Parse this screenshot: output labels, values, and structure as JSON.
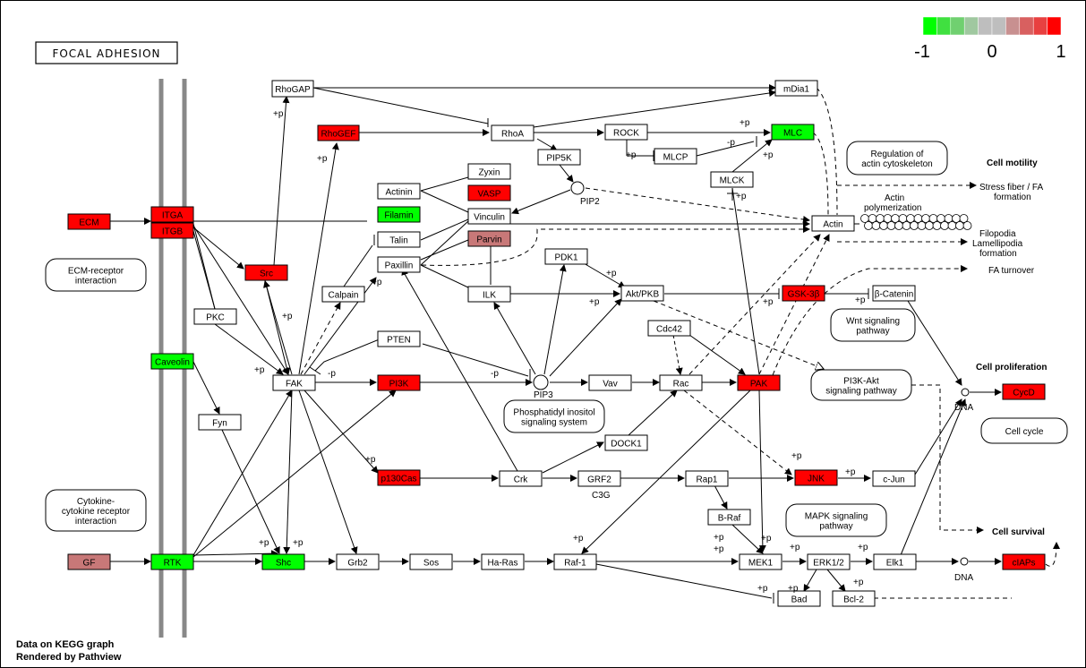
{
  "title": "FOCAL ADHESION",
  "credit": {
    "line1": "Data on KEGG graph",
    "line2": "Rendered by Pathview"
  },
  "legend": {
    "colors": [
      "#00ff00",
      "#40e040",
      "#70d070",
      "#a0c8a0",
      "#bebebe",
      "#bebebe",
      "#c89090",
      "#d86060",
      "#e84040",
      "#ff0000"
    ],
    "labels": [
      "-1",
      "0",
      "1"
    ]
  },
  "colors": {
    "red": "#ff0000",
    "pink": "#c87878",
    "green": "#00ff00",
    "white": "#ffffff"
  },
  "nodes": {
    "ECM": "ECM",
    "ITGA": "ITGA",
    "ITGB": "ITGB",
    "RhoGAP": "RhoGAP",
    "RhoGEF": "RhoGEF",
    "Src": "Src",
    "PKC": "PKC",
    "Caveolin": "Caveolin",
    "Fyn": "Fyn",
    "FAK": "FAK",
    "Calpain": "Calpain",
    "Talin": "Talin",
    "Actinin": "Actinin",
    "Filamin": "Filamin",
    "Paxillin": "Paxillin",
    "Zyxin": "Zyxin",
    "VASP": "VASP",
    "Vinculin": "Vinculin",
    "Parvin": "Parvin",
    "ILK": "ILK",
    "RhoA": "RhoA",
    "PIP5K": "PIP5K",
    "ROCK": "ROCK",
    "MLCP": "MLCP",
    "MLC": "MLC",
    "mDia1": "mDia1",
    "MLCK": "MLCK",
    "Actin": "Actin",
    "PDK1": "PDK1",
    "AktPKB": "Akt/PKB",
    "GSK3B": "GSK-3β",
    "bCatenin": "β-Catenin",
    "PTEN": "PTEN",
    "PI3K": "PI3K",
    "Vav": "Vav",
    "Rac": "Rac",
    "Cdc42": "Cdc42",
    "PAK": "PAK",
    "DOCK1": "DOCK1",
    "p130Cas": "p130Cas",
    "Crk": "Crk",
    "GRF2": "GRF2",
    "Rap1": "Rap1",
    "JNK": "JNK",
    "cJun": "c-Jun",
    "BRaf": "B-Raf",
    "CycD": "CycD",
    "GF": "GF",
    "RTK": "RTK",
    "Shc": "Shc",
    "Grb2": "Grb2",
    "Sos": "Sos",
    "HaRas": "Ha-Ras",
    "Raf1": "Raf-1",
    "MEK1": "MEK1",
    "ERK12": "ERK1/2",
    "Elk1": "Elk1",
    "cIAPs": "cIAPs",
    "Bad": "Bad",
    "Bcl2": "Bcl-2"
  },
  "pathways": {
    "ecm_receptor": [
      "ECM-receptor",
      "interaction"
    ],
    "cytokine": [
      "Cytokine-",
      "cytokine receptor",
      "interaction"
    ],
    "regulation_actin": [
      "Regulation of",
      "actin cytoskeleton"
    ],
    "wnt": [
      "Wnt signaling",
      "pathway"
    ],
    "pi3k_akt": [
      "PI3K-Akt",
      "signaling pathway"
    ],
    "phosphatidyl": [
      "Phosphatidyl inositol",
      "signaling system"
    ],
    "mapk": [
      "MAPK signaling",
      "pathway"
    ],
    "cell_cycle": [
      "Cell cycle"
    ]
  },
  "outcomes": {
    "cell_motility": "Cell motility",
    "stress_fiber": [
      "Stress fiber / FA",
      "formation"
    ],
    "actin_poly": [
      "Actin",
      "polymerization"
    ],
    "filopodia": [
      "Filopodia",
      "Lamellipodia",
      "formation"
    ],
    "fa_turnover": "FA turnover",
    "cell_proliferation": "Cell proliferation",
    "cell_survival": "Cell survival"
  },
  "labels": {
    "PIP2": "PIP2",
    "PIP3": "PIP3",
    "DNA1": "DNA",
    "DNA2": "DNA",
    "C3G": "C3G",
    "plusp": "+p",
    "minusp": "-p"
  }
}
